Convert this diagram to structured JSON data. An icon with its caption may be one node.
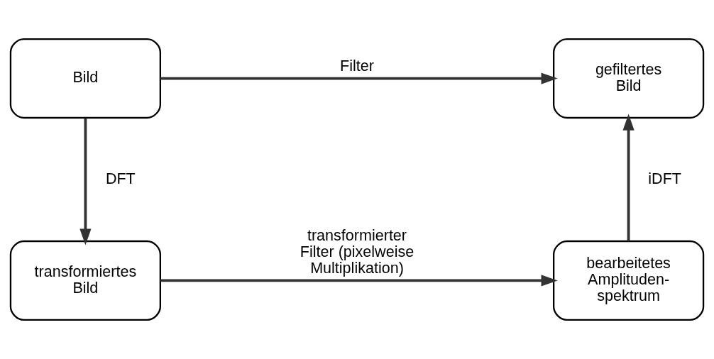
{
  "diagram": {
    "nodes": [
      {
        "text": [
          "Bild"
        ]
      },
      {
        "text": [
          "gefiltertes Bild"
        ]
      },
      {
        "text": [
          "transformiertes Bild"
        ]
      },
      {
        "text": [
          "bearbeitetes Amplituden- spektrum"
        ]
      }
    ],
    "edges": [
      {
        "from": 0,
        "to": 1,
        "arrow": "to",
        "label": "Filter"
      },
      {
        "from": 0,
        "to": 2,
        "arrow": "to",
        "label": "DFT"
      },
      {
        "from": 2,
        "to": 3,
        "arrow": "to",
        "label": "transformierter Filter (pixelweise Multiplikation)"
      },
      {
        "from": 3,
        "to": 1,
        "arrow": "to",
        "label": "iDFT"
      }
    ]
  }
}
